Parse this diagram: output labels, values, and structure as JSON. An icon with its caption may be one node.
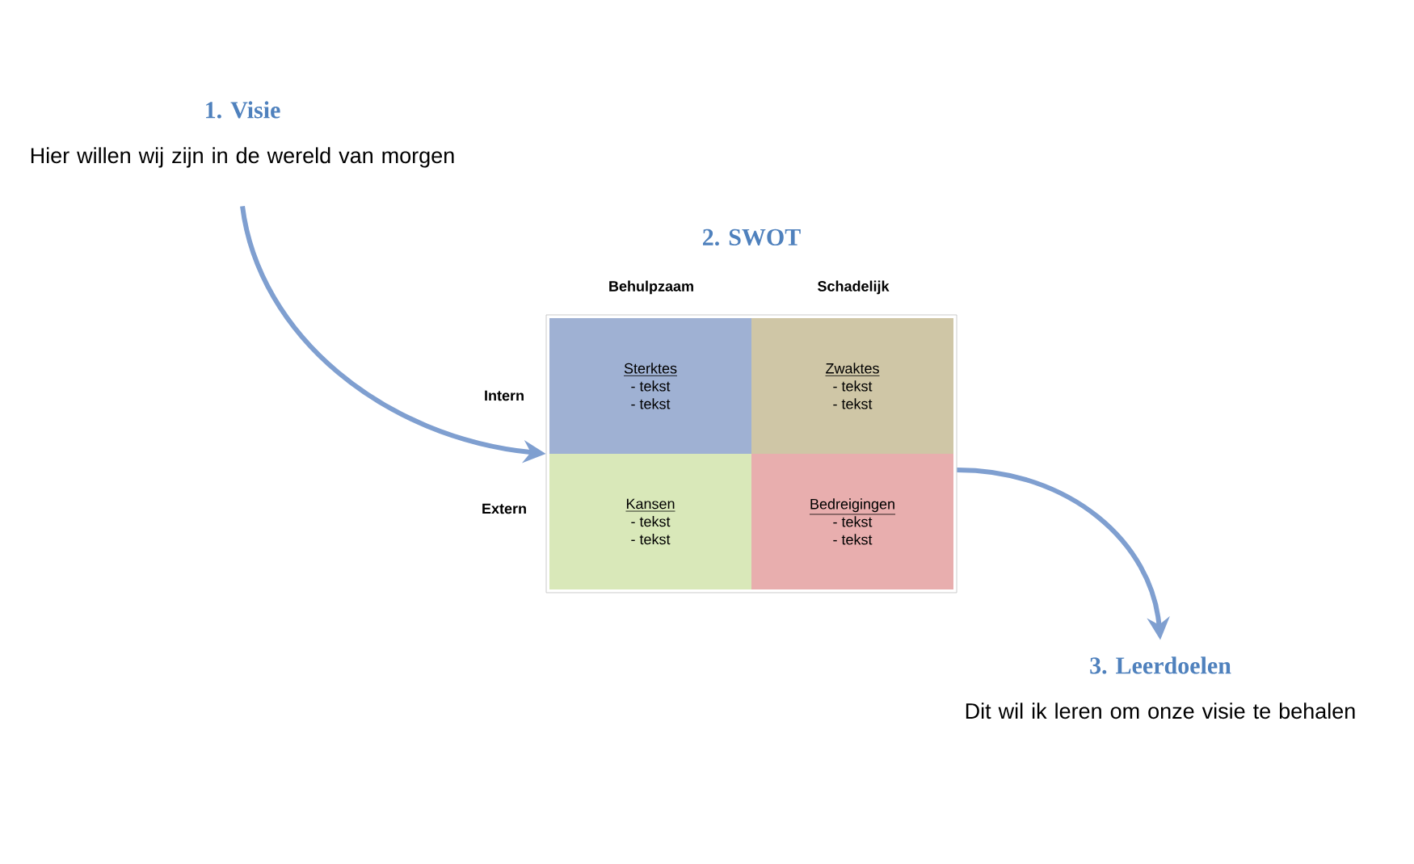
{
  "diagram": {
    "nodes": [
      {
        "text": [
          "1. Visie",
          "Hier willen wij zijn in de wereld van morgen"
        ]
      },
      {
        "text": [
          "2. SWOT"
        ]
      },
      {
        "text": [
          "Sterktes",
          "- tekst",
          "- tekst"
        ],
        "in": 1
      },
      {
        "text": [
          "Zwaktes",
          "- tekst",
          "- tekst"
        ],
        "in": 1
      },
      {
        "text": [
          "Kansen",
          "- tekst",
          "- tekst"
        ],
        "in": 1
      },
      {
        "text": [
          "Bedreigingen",
          "- tekst",
          "- tekst"
        ],
        "in": 1
      },
      {
        "text": [
          "3. Leerdoelen",
          "Dit wil ik leren om onze visie te behalen"
        ]
      }
    ],
    "edges": [
      {
        "from": 0,
        "to": 1,
        "arrow": "to"
      },
      {
        "from": 1,
        "to": 6,
        "arrow": "to"
      }
    ],
    "labels": [
      "Behulpzaam",
      "Schadelijk",
      "Intern",
      "Extern"
    ]
  }
}
